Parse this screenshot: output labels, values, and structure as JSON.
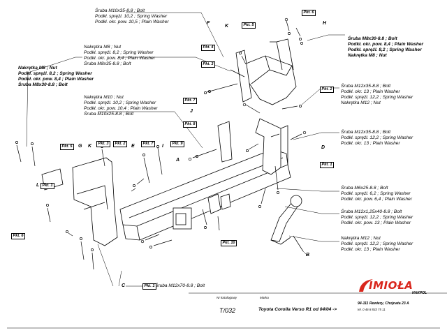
{
  "labels": {
    "top_center": [
      "Śruba M10x35-8.8 ;  Bolt",
      "Podkł. sprężl. 10,2 ; Spring Washer",
      "Podkł. okr. pow. 10,5 ; Plain Washer"
    ],
    "left_mid": [
      "Nakrętka  M8 ; Nut",
      "Podkł. sprężl. 8,2 ; Spring Washer",
      "Podkł. okr. pow. 8,4 ; Plain Washer",
      "Śruba M8x35-8.8 ;  Bolt"
    ],
    "left_upper": [
      "Nakrętka  M8 ; Nut",
      "Podkł. sprężl. 8,2 ; Spring Washer",
      "Podkł. okr. pow. 8,4 ; Plain Washer",
      "Śruba M8x30-8.8 ;  Bolt"
    ],
    "center_mid": [
      "Nakrętka  M10 ; Nut",
      "Podkł. sprężl. 10,2 ; Spring Washer",
      "Podkł. okr. pow. 10,4 ; Plain Washer",
      "Śruba M10x25-8.8 ;  Bolt"
    ],
    "right_top": [
      "Śruba M8x30-8.8 ;  Bolt",
      "Podkł. okr. pow. 8,4 ; Plain Washer",
      "Podkł. sprężl. 8,2 ; Spring Washer",
      "Nakrętka  M8 ; Nut"
    ],
    "right_1": [
      "Śruba M12x35-8.8 ;  Bolt",
      "Podkł. okr. 13 ; Plain Washer",
      "Podkł. sprężl. 12,2 ; Spring Washer",
      "Nakrętka  M12 ; Nut"
    ],
    "right_2": [
      "Śruba M12x35-8.8 ;  Bolt",
      "Podkł. sprężl. 12,2 ; Spring Washer",
      "Podkł. okr. 13 ; Plain Washer"
    ],
    "right_3": [
      "Śruba M6x25-8.8 ;  Bolt",
      "Podkł. sprężl. 6,2 ; Spring Washer",
      "Podkł. okr. pow. 6,4 ; Plain Washer"
    ],
    "right_4": [
      "Śruba M12x1,25x40-8.8 ;  Bolt",
      "Podkł. sprężl. 12,2 ; Spring Washer",
      "Podkł. okr. pow. 13 ; Plain Washer"
    ],
    "right_5": [
      "Nakrętka  M12 ; Nut",
      "Podkł. sprężl. 12,2 ; Spring Washer",
      "Podkł. okr. 13 ; Plain Washer"
    ],
    "bottom": "Śruba M12x70-8.8 ;  Bolt"
  },
  "pkt": {
    "p5_top": "Pkt. 5",
    "p6_top": "Pkt. 6",
    "p4_top": "Pkt. 4",
    "p3_top": "Pkt. 3",
    "p7_mid": "Pkt. 7",
    "p8_mid": "Pkt. 8",
    "p2_right": "Pkt. 2",
    "p1_right": "Pkt. 1",
    "p5_left": "Pkt. 5",
    "p2_left": "Pkt. 2",
    "p3_left": "Pkt. 3",
    "p7_left": "Pkt. 7",
    "p9_left": "Pkt. 9",
    "p1_left": "Pkt. 1",
    "p6_left": "Pkt. 6",
    "p10_bottom": "Pkt. 10",
    "p1_bottom": "Pkt. 1"
  },
  "letters": {
    "F": "F",
    "K": "K",
    "H": "H",
    "J": "J",
    "D": "D",
    "G": "G",
    "E": "E",
    "I": "I",
    "A": "A",
    "B": "B",
    "C": "C",
    "L": "L"
  },
  "footer": {
    "nr_label": "Nr katalogowy",
    "nr_value": "T/032",
    "marka_label": "Marka",
    "model": "Toyota Corolla Verso R1   od  04/04 ->",
    "brand": "IMIOŁA",
    "brand_sub": "HAKPOL",
    "address": "94-111 Rewiery,  Chojnata 23 A",
    "phone": "tel. 0 46 8 833 75 11"
  },
  "colors": {
    "ink": "#000000",
    "logo_red": "#d9261c"
  }
}
